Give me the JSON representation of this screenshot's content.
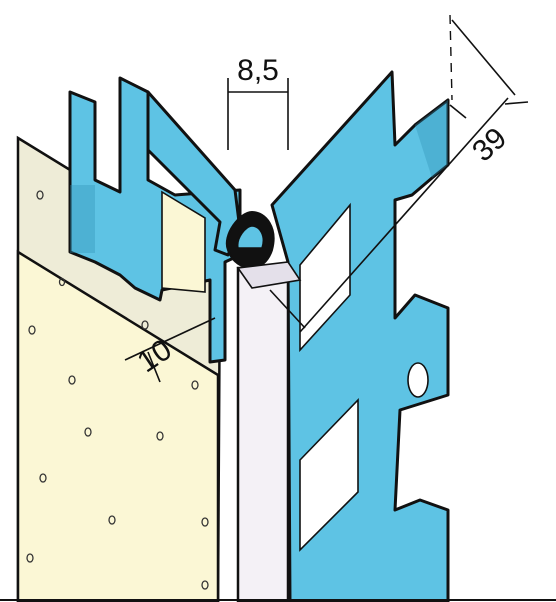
{
  "dimensions": {
    "gap_width": "8,5",
    "depth": "10",
    "flange_length": "39"
  },
  "colors": {
    "profile": "#5ec3e4",
    "profile_edge": "#2f8fb5",
    "plaster": "#fbf7d5",
    "wall": "#eeecd7",
    "insert": "#f4f1f6",
    "outline": "#111111"
  }
}
